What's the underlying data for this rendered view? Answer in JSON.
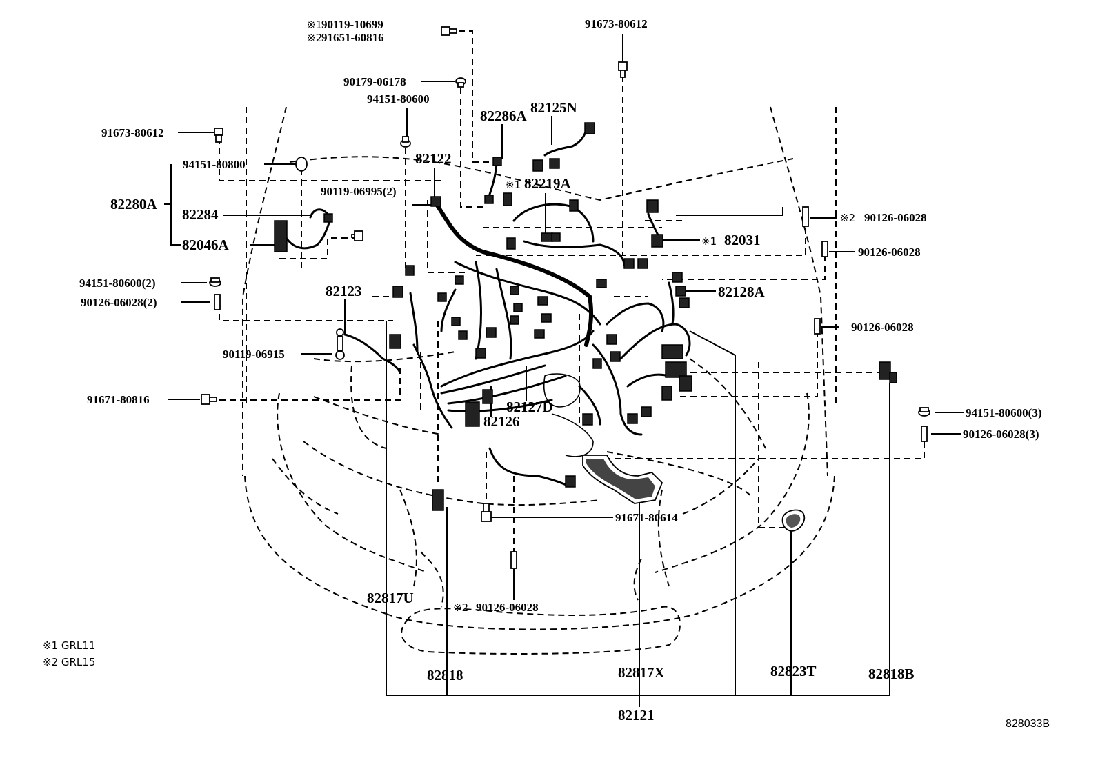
{
  "diagram": {
    "labels": {
      "p_9011910699": "90119-10699",
      "p_9165160816": "91651-60816",
      "p_9167380612_top": "91673-80612",
      "p_9017906178": "90179-06178",
      "p_9415180600_a": "94151-80600",
      "p_82286A": "82286A",
      "p_82125N": "82125N",
      "p_9167380612_left": "91673-80612",
      "p_9415180800": "94151-80800",
      "p_82122": "82122",
      "p_82219A": "82219A",
      "p_9011906995": "90119-06995(2)",
      "p_82280A": "82280A",
      "p_82284": "82284",
      "p_82046A": "82046A",
      "p_9012606028_r1": "90126-06028",
      "p_82031": "82031",
      "p_9012606028_r2": "90126-06028",
      "p_9415180600_2": "94151-80600(2)",
      "p_9012606028_2": "90126-06028(2)",
      "p_82123": "82123",
      "p_82128A": "82128A",
      "p_9012606028_r3": "90126-06028",
      "p_9011906915": "90119-06915",
      "p_82127D": "82127D",
      "p_91671080816": "91671-80816",
      "p_82126": "82126",
      "p_9415180600_3": "94151-80600(3)",
      "p_9012606028_3": "90126-06028(3)",
      "p_9167180614": "91671-80614",
      "p_82817U": "82817U",
      "p_9012606028_b": "90126-06028",
      "p_82818": "82818",
      "p_82817X": "82817X",
      "p_82823T": "82823T",
      "p_82818B": "82818B",
      "p_82121": "82121",
      "diagram_ref": "828033B"
    },
    "marks": {
      "m1": "※1",
      "m2": "※2"
    },
    "legend": {
      "l1": "※1 GRL11",
      "l2": "※2 GRL15"
    }
  }
}
